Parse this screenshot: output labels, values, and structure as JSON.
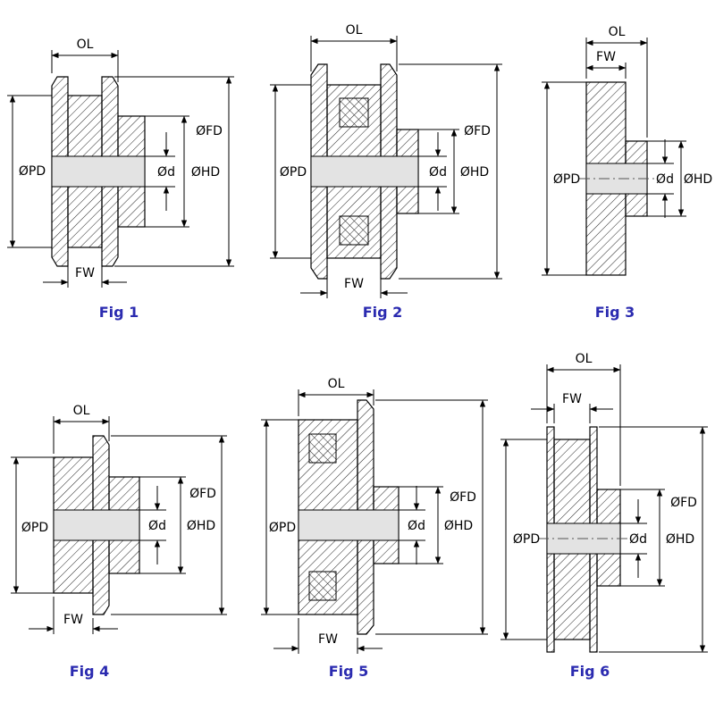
{
  "colors": {
    "caption": "#2b2bb0",
    "line": "#000000",
    "bore_fill": "#e3e3e3"
  },
  "figures": [
    {
      "caption": "Fig 1",
      "labels": {
        "ol": "OL",
        "fw": "FW",
        "pd": "ØPD",
        "d": "Ød",
        "hd": "ØHD",
        "fd": "ØFD"
      }
    },
    {
      "caption": "Fig 2",
      "labels": {
        "ol": "OL",
        "fw": "FW",
        "pd": "ØPD",
        "d": "Ød",
        "hd": "ØHD",
        "fd": "ØFD"
      }
    },
    {
      "caption": "Fig 3",
      "labels": {
        "ol": "OL",
        "fw": "FW",
        "pd": "ØPD",
        "d": "Ød",
        "hd": "ØHD"
      }
    },
    {
      "caption": "Fig 4",
      "labels": {
        "ol": "OL",
        "fw": "FW",
        "pd": "ØPD",
        "d": "Ød",
        "hd": "ØHD",
        "fd": "ØFD"
      }
    },
    {
      "caption": "Fig 5",
      "labels": {
        "ol": "OL",
        "fw": "FW",
        "pd": "ØPD",
        "d": "Ød",
        "hd": "ØHD",
        "fd": "ØFD"
      }
    },
    {
      "caption": "Fig 6",
      "labels": {
        "ol": "OL",
        "fw": "FW",
        "pd": "ØPD",
        "d": "Ød",
        "hd": "ØHD",
        "fd": "ØFD"
      }
    }
  ]
}
